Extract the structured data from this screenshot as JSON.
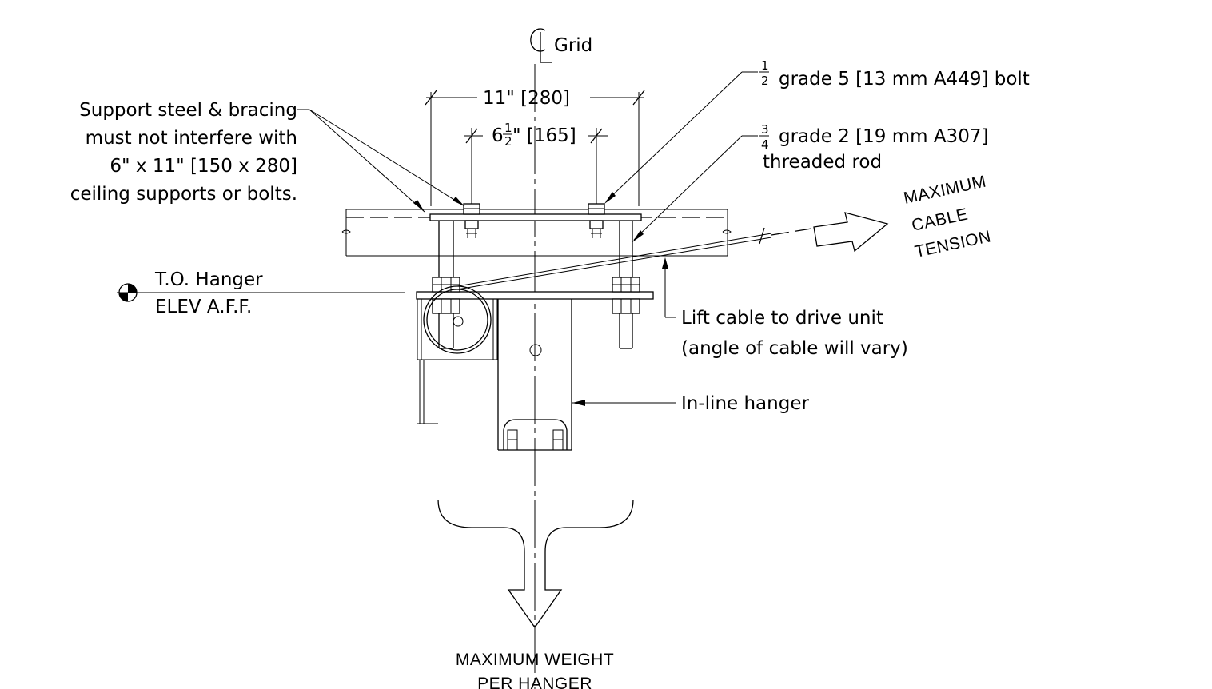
{
  "centerline": {
    "symbol": "CL",
    "label": "Grid"
  },
  "dimensions": {
    "outer": "11\" [280]",
    "inner_whole": "6",
    "inner_frac_num": "1",
    "inner_frac_den": "2",
    "inner_rest": "\" [165]"
  },
  "callouts": {
    "support_steel": [
      "Support steel & bracing",
      "must not interfere with",
      "6\" x 11\" [150 x 280]",
      "ceiling supports or bolts."
    ],
    "bolt": {
      "frac_num": "1",
      "frac_den": "2",
      "text": "grade 5 [13 mm A449] bolt"
    },
    "rod": {
      "frac_num": "3",
      "frac_den": "4",
      "text": "grade 2 [19 mm A307]",
      "line2": "threaded rod"
    },
    "cable_tension": [
      "MAXIMUM",
      "CABLE",
      "TENSION"
    ],
    "elevation": [
      "T.O. Hanger",
      "ELEV A.F.F."
    ],
    "lift_cable": [
      "Lift cable to drive unit",
      "(angle of cable will vary)"
    ],
    "hanger": "In-line hanger",
    "weight": [
      "MAXIMUM WEIGHT",
      "PER HANGER"
    ]
  }
}
